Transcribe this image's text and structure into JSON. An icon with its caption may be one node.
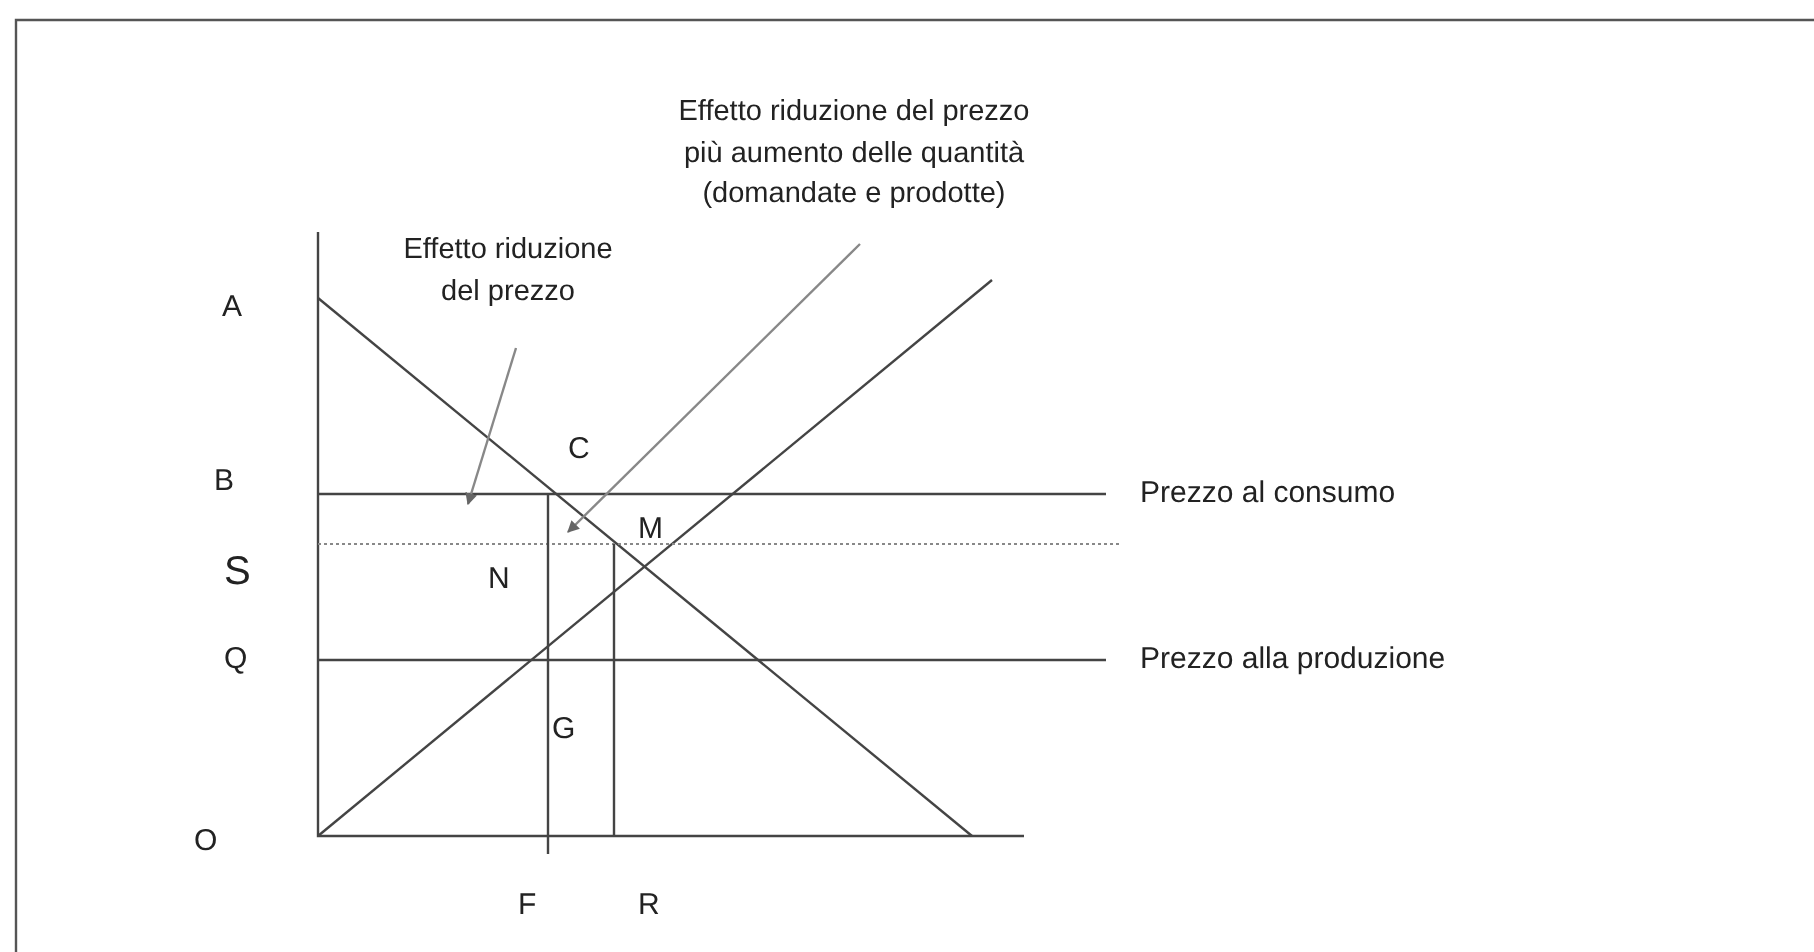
{
  "diagram": {
    "nodes": [
      {
        "text": [
          "Effetto riduzione del prezzo più aumento delle quantità (domandate e prodotte)"
        ]
      },
      {
        "text": [
          "Effetto riduzione del prezzo"
        ]
      }
    ],
    "edges": [
      {
        "from": 0,
        "to": null,
        "arrow": "to"
      },
      {
        "from": 1,
        "to": null,
        "arrow": "to"
      }
    ],
    "labels": [
      "A",
      "C",
      "B",
      "Prezzo al consumo",
      "M",
      "S",
      "N",
      "Q",
      "Prezzo alla produzione",
      "G",
      "O",
      "F",
      "R"
    ]
  }
}
